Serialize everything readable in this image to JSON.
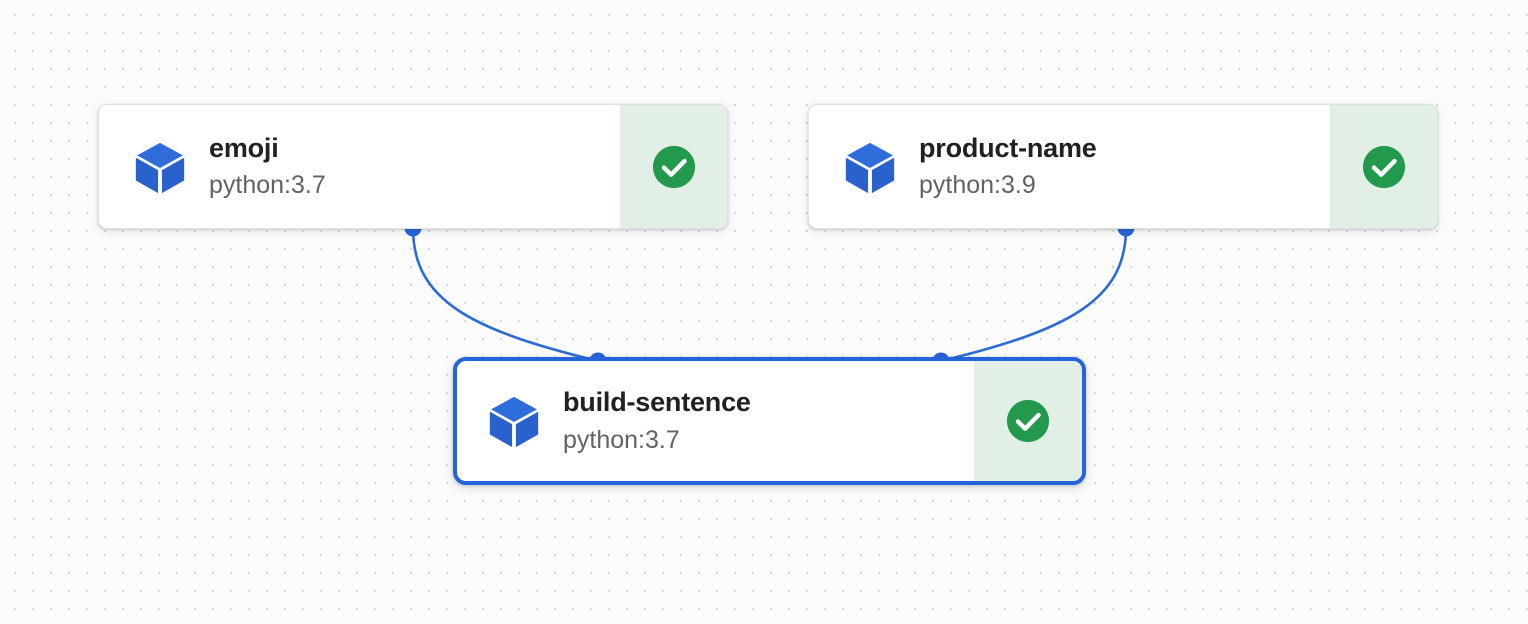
{
  "canvas": {
    "background_color": "#fbfbfb",
    "dot_color": "#d7d7d9",
    "dot_spacing": 18
  },
  "theme": {
    "accent_blue": "#2563d9",
    "edge_blue": "#2b6cd4",
    "cube_blue_light": "#2f6ddb",
    "cube_blue_dark": "#2a5fc4",
    "status_green": "#22994c",
    "status_panel_green": "#e1efe4",
    "title_color": "#202124",
    "subtitle_color": "#5f6368",
    "card_border": "#dfe1e3"
  },
  "graph": {
    "nodes": [
      {
        "id": "emoji",
        "title": "emoji",
        "subtitle": "python:3.7",
        "icon": "cube-icon",
        "status": "success",
        "status_icon": "check-circle-icon",
        "selected": false
      },
      {
        "id": "product-name",
        "title": "product-name",
        "subtitle": "python:3.9",
        "icon": "cube-icon",
        "status": "success",
        "status_icon": "check-circle-icon",
        "selected": false
      },
      {
        "id": "build-sentence",
        "title": "build-sentence",
        "subtitle": "python:3.7",
        "icon": "cube-icon",
        "status": "success",
        "status_icon": "check-circle-icon",
        "selected": true
      }
    ],
    "edges": [
      {
        "id": "emoji-to-build-sentence",
        "from": "emoji",
        "to": "build-sentence"
      },
      {
        "id": "product-name-to-build-sentence",
        "from": "product-name",
        "to": "build-sentence"
      }
    ]
  }
}
